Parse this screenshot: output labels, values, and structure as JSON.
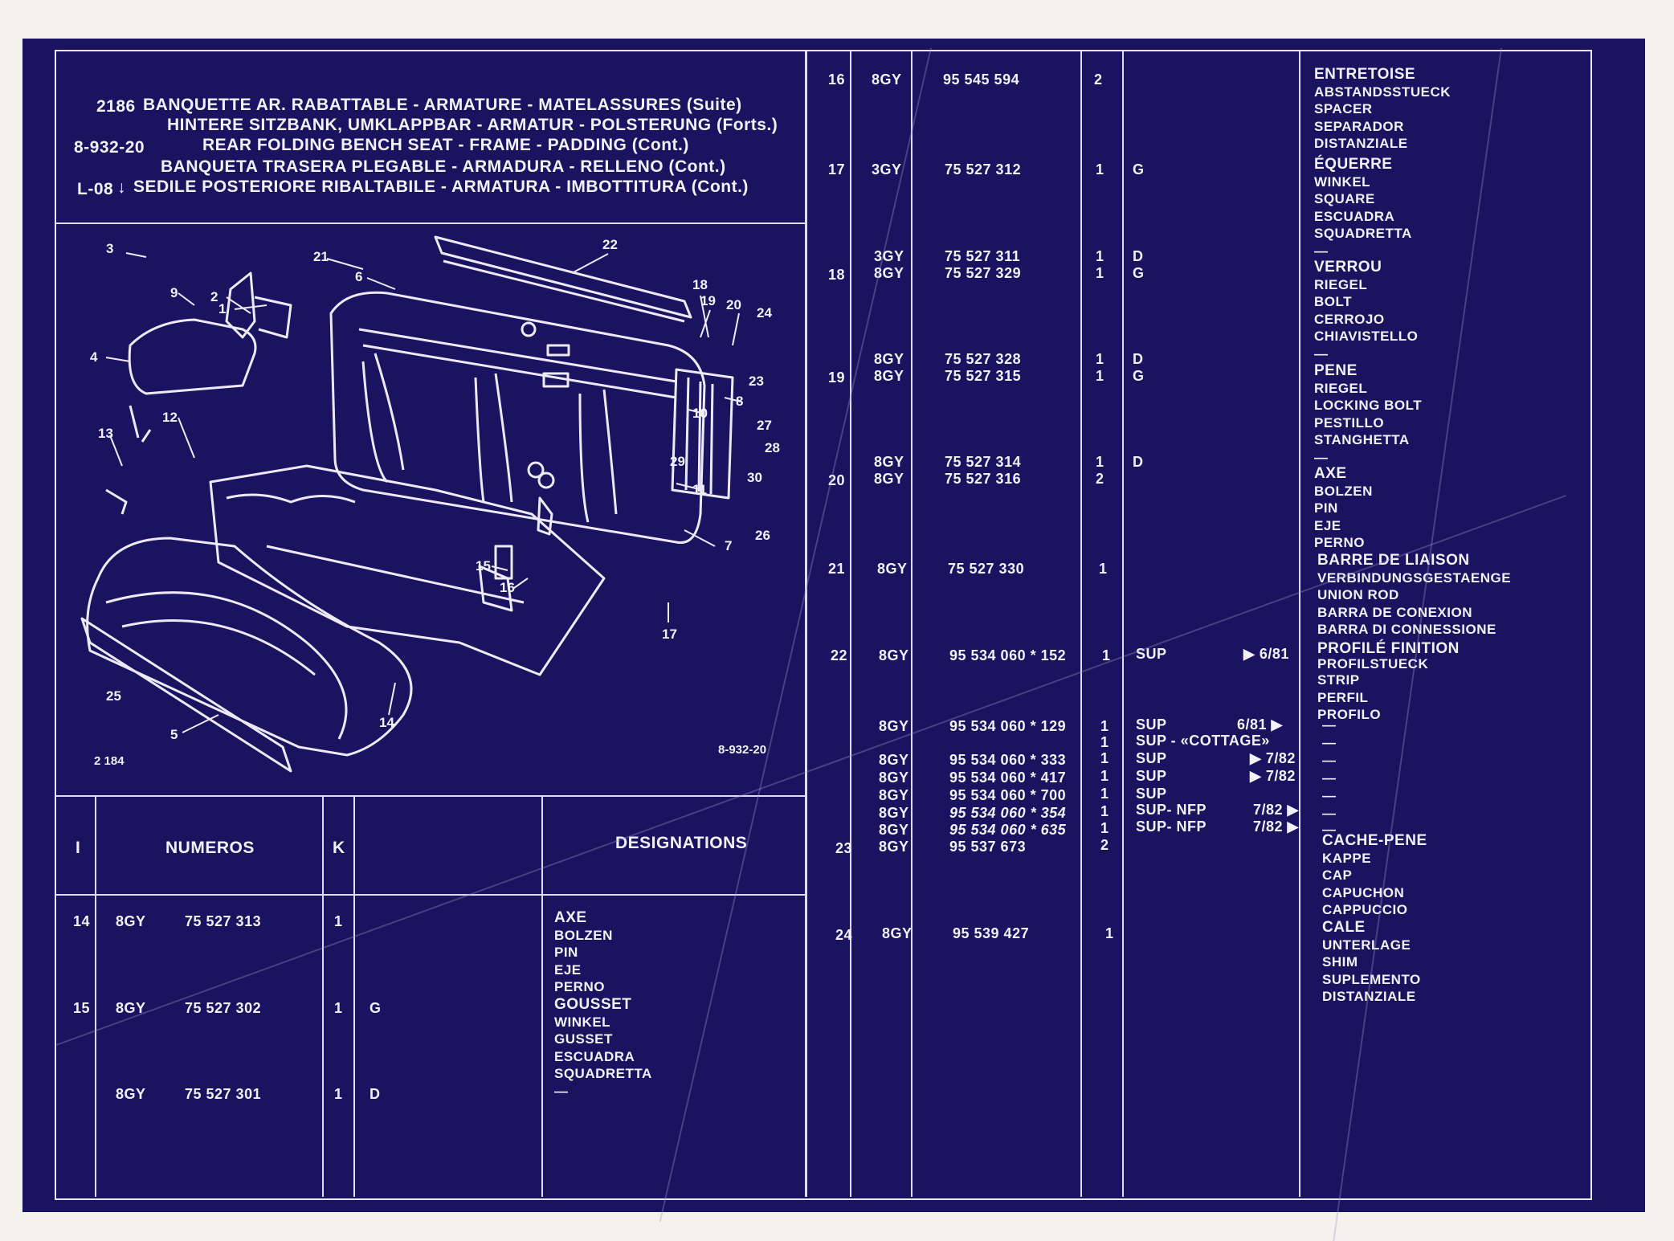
{
  "header": {
    "code_ref": "2186",
    "title_fr": "BANQUETTE AR. RABATTABLE - ARMATURE - MATELASSURES (Suite)",
    "title_de": "HINTERE SITZBANK, UMKLAPPBAR - ARMATUR - POLSTERUNG (Forts.)",
    "plate_id": "8-932-20",
    "title_en": "REAR FOLDING BENCH SEAT - FRAME - PADDING (Cont.)",
    "title_es": "BANQUETA TRASERA PLEGABLE - ARMADURA - RELLENO (Cont.)",
    "section": "L-08",
    "arrow": "↓",
    "title_it": "SEDILE POSTERIORE RIBALTABILE - ARMATURA - IMBOTTITURA (Cont.)"
  },
  "diagram": {
    "ref_left": "2 184",
    "ref_right": "8-932-20",
    "callouts": [
      "1",
      "2",
      "3",
      "4",
      "5",
      "6",
      "7",
      "8",
      "9",
      "10",
      "11",
      "12",
      "13",
      "14",
      "15",
      "16",
      "17",
      "18",
      "19",
      "20",
      "21",
      "22",
      "23",
      "24",
      "25",
      "26",
      "27",
      "28",
      "29",
      "30"
    ]
  },
  "columns": {
    "index": "I",
    "numbers": "NUMEROS",
    "k": "K",
    "designations": "DESIGNATIONS"
  },
  "left_table": {
    "rows": [
      {
        "idx": "14",
        "code": "8GY",
        "part": "75 527 313",
        "qty": "1",
        "side": "",
        "desc": [
          "AXE",
          "BOLZEN",
          "PIN",
          "EJE",
          "PERNO"
        ]
      },
      {
        "idx": "15",
        "code": "8GY",
        "part": "75 527 302",
        "qty": "1",
        "side": "G",
        "desc": [
          "GOUSSET",
          "WINKEL",
          "GUSSET",
          "ESCUADRA",
          "SQUADRETTA",
          "—"
        ]
      },
      {
        "idx": "",
        "code": "8GY",
        "part": "75 527 301",
        "qty": "1",
        "side": "D",
        "desc": []
      }
    ]
  },
  "right_table": {
    "rows": [
      {
        "idx": "16",
        "code": "8GY",
        "part": "95 545 594",
        "qty": "2",
        "note": "",
        "date": "",
        "desc": [
          "ENTRETOISE",
          "ABSTANDSSTUECK",
          "SPACER",
          "SEPARADOR",
          "DISTANZIALE"
        ]
      },
      {
        "idx": "17",
        "code": "3GY",
        "part": "75 527 312",
        "qty": "1",
        "note": "G",
        "date": "",
        "desc": [
          "ÉQUERRE",
          "WINKEL",
          "SQUARE",
          "ESCUADRA",
          "SQUADRETTA",
          "—"
        ]
      },
      {
        "idx": "",
        "code": "3GY",
        "part": "75 527 311",
        "qty": "1",
        "note": "D",
        "date": "",
        "desc": []
      },
      {
        "idx": "18",
        "code": "8GY",
        "part": "75 527 329",
        "qty": "1",
        "note": "G",
        "date": "",
        "desc": [
          "VERROU",
          "RIEGEL",
          "BOLT",
          "CERROJO",
          "CHIAVISTELLO",
          "—"
        ]
      },
      {
        "idx": "",
        "code": "8GY",
        "part": "75 527 328",
        "qty": "1",
        "note": "D",
        "date": "",
        "desc": []
      },
      {
        "idx": "19",
        "code": "8GY",
        "part": "75 527 315",
        "qty": "1",
        "note": "G",
        "date": "",
        "desc": [
          "PENE",
          "RIEGEL",
          "LOCKING BOLT",
          "PESTILLO",
          "STANGHETTA",
          "—"
        ]
      },
      {
        "idx": "",
        "code": "8GY",
        "part": "75 527 314",
        "qty": "1",
        "note": "D",
        "date": "",
        "desc": []
      },
      {
        "idx": "20",
        "code": "8GY",
        "part": "75 527 316",
        "qty": "2",
        "note": "",
        "date": "",
        "desc": [
          "AXE",
          "BOLZEN",
          "PIN",
          "EJE",
          "PERNO"
        ]
      },
      {
        "idx": "21",
        "code": "8GY",
        "part": "75 527 330",
        "qty": "1",
        "note": "",
        "date": "",
        "desc": [
          "BARRE DE LIAISON",
          "VERBINDUNGSGESTAENGE",
          "UNION ROD",
          "BARRA DE CONEXION",
          "BARRA DI CONNESSIONE"
        ]
      },
      {
        "idx": "22",
        "code": "8GY",
        "part": "95 534 060 * 152",
        "qty": "1",
        "note": "SUP",
        "date": "▶ 6/81",
        "desc": [
          "PROFILÉ FINITION",
          "PROFILSTUECK",
          "STRIP",
          "PERFIL",
          "PROFILO"
        ]
      },
      {
        "idx": "",
        "code": "8GY",
        "part": "95 534 060 * 129",
        "qty": "1",
        "note": "SUP",
        "date": "6/81 ▶",
        "desc": [
          "—"
        ]
      },
      {
        "idx": "",
        "code": "",
        "part": "",
        "qty": "1",
        "note": "SUP - «COTTAGE»",
        "date": "",
        "desc": [
          "—"
        ]
      },
      {
        "idx": "",
        "code": "8GY",
        "part": "95 534 060 * 333",
        "qty": "1",
        "note": "SUP",
        "date": "▶ 7/82",
        "desc": [
          "—"
        ]
      },
      {
        "idx": "",
        "code": "8GY",
        "part": "95 534 060 * 417",
        "qty": "1",
        "note": "SUP",
        "date": "▶ 7/82",
        "desc": [
          "—"
        ]
      },
      {
        "idx": "",
        "code": "8GY",
        "part": "95 534 060 * 700",
        "qty": "1",
        "note": "SUP",
        "date": "",
        "desc": [
          "—"
        ]
      },
      {
        "idx": "",
        "code": "8GY",
        "part": "95 534 060 * 354",
        "qty": "1",
        "note": "SUP- NFP",
        "date": "7/82 ▶",
        "desc": [
          "—"
        ]
      },
      {
        "idx": "",
        "code": "8GY",
        "part": "95 534 060 * 635",
        "qty": "1",
        "note": "SUP- NFP",
        "date": "7/82 ▶",
        "desc": [
          "—"
        ]
      },
      {
        "idx": "23",
        "code": "8GY",
        "part": "95 537 673",
        "qty": "2",
        "note": "",
        "date": "",
        "desc": [
          "CACHE-PENE",
          "KAPPE",
          "CAP",
          "CAPUCHON",
          "CAPPUCCIO"
        ]
      },
      {
        "idx": "24",
        "code": "8GY",
        "part": "95 539 427",
        "qty": "1",
        "note": "",
        "date": "",
        "desc": [
          "CALE",
          "UNTERLAGE",
          "SHIM",
          "SUPLEMENTO",
          "DISTANZIALE"
        ]
      }
    ]
  },
  "colors": {
    "background": "#1a1360",
    "ink": "#f2f1fa",
    "border": "#f3f2ee"
  }
}
